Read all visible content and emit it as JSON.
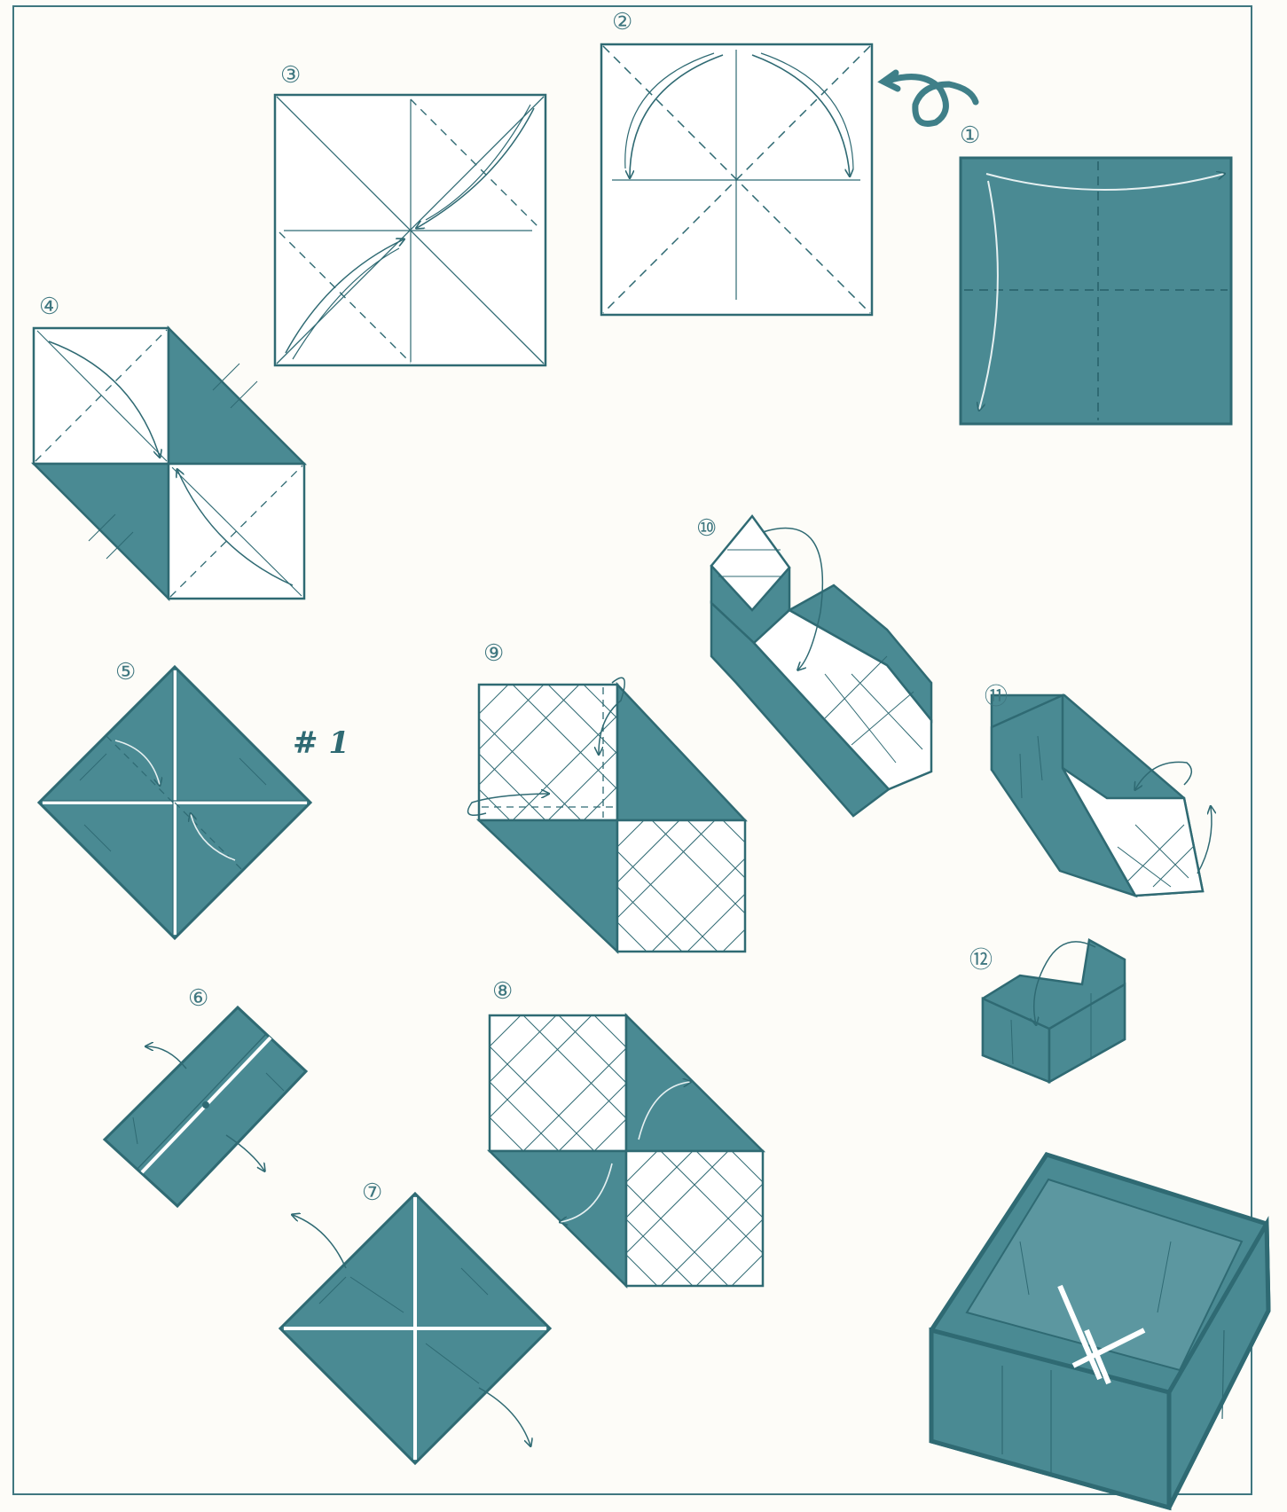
{
  "diagram": {
    "steps": [
      {
        "id": 1,
        "label": "①"
      },
      {
        "id": 2,
        "label": "②"
      },
      {
        "id": 3,
        "label": "③"
      },
      {
        "id": 4,
        "label": "④"
      },
      {
        "id": 5,
        "label": "⑤"
      },
      {
        "id": 6,
        "label": "⑥"
      },
      {
        "id": 7,
        "label": "⑦"
      },
      {
        "id": 8,
        "label": "⑧"
      },
      {
        "id": 9,
        "label": "⑨"
      },
      {
        "id": 10,
        "label": "⑩"
      },
      {
        "id": 11,
        "label": "⑪"
      },
      {
        "id": 12,
        "label": "⑫"
      }
    ],
    "badge": "# 1"
  },
  "colors": {
    "paper_colored": "#4a8a93",
    "paper_white": "#ffffff",
    "ink": "#2f6a73",
    "background": "#fdfcf8"
  },
  "icons": {
    "turn_over": "turn-over-arrow-icon"
  }
}
